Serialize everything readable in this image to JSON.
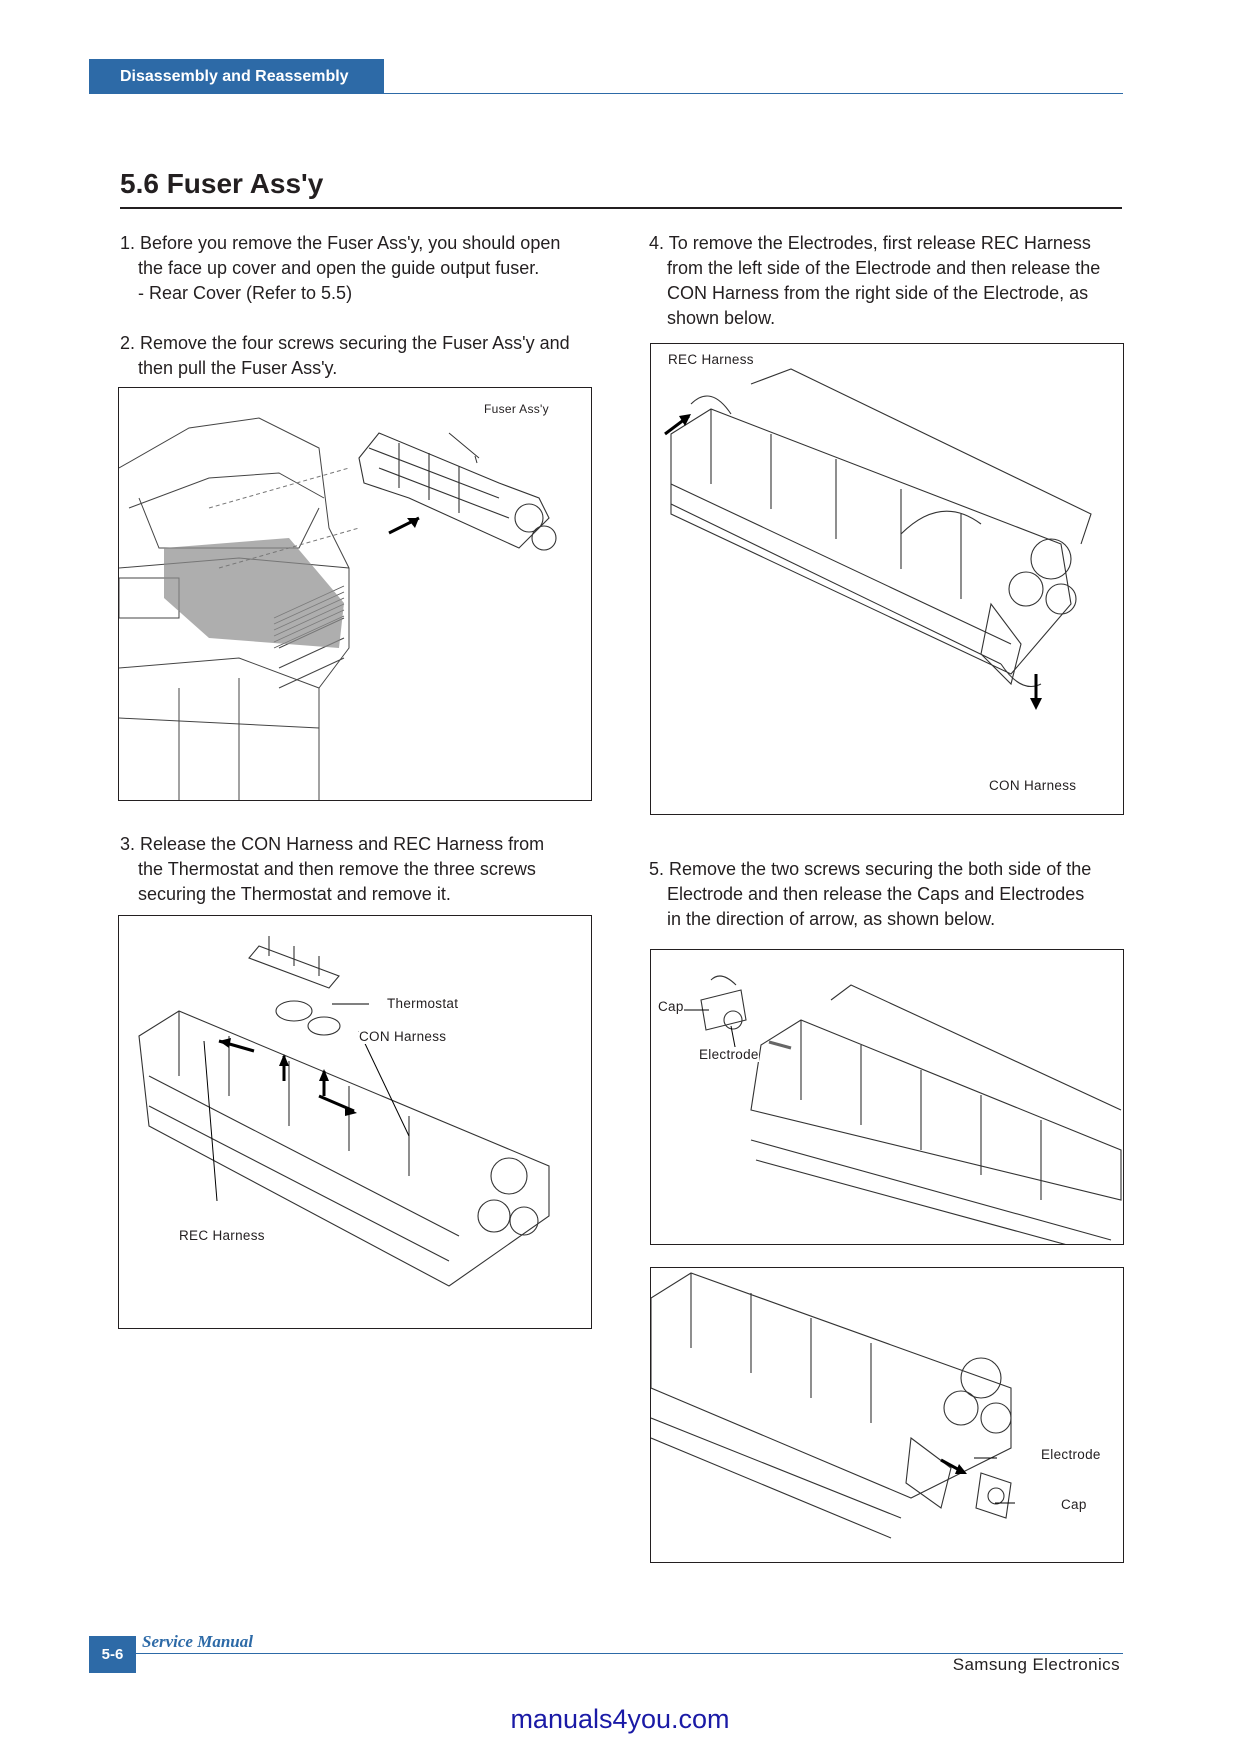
{
  "header": {
    "section": "Disassembly and Reassembly"
  },
  "title": "5.6 Fuser Ass'y",
  "steps": {
    "s1": [
      "1. Before you remove the Fuser Ass'y, you should open",
      "the face up cover and open the guide output fuser.",
      "- Rear Cover (Refer to 5.5)"
    ],
    "s2": [
      "2. Remove the four screws securing the Fuser Ass'y and",
      "then pull the Fuser Ass'y."
    ],
    "s3": [
      "3. Release the CON Harness and REC Harness from",
      "the Thermostat and then remove the three screws",
      "securing the Thermostat and remove it."
    ],
    "s4": [
      "4. To remove the Electrodes, first release REC Harness",
      "from the left side of the Electrode and then release the",
      "CON Harness from the right side of the Electrode, as",
      "shown below."
    ],
    "s5": [
      "5. Remove the two screws securing the both side of the",
      "Electrode and then release the Caps and Electrodes",
      "in the direction of arrow, as shown below."
    ]
  },
  "figures": {
    "f1": {
      "fuser_label": "Fuser Ass'y"
    },
    "f3": {
      "thermostat": "Thermostat",
      "con": "CON Harness",
      "rec": "REC Harness"
    },
    "f4": {
      "rec": "REC Harness",
      "con": "CON Harness"
    },
    "f5a": {
      "cap": "Cap",
      "electrode": "Electrode"
    },
    "f5b": {
      "electrode": "Electrode",
      "cap": "Cap"
    }
  },
  "footer": {
    "page": "5-6",
    "manual": "Service Manual",
    "company": "Samsung Electronics"
  },
  "watermark": "manuals4you.com"
}
